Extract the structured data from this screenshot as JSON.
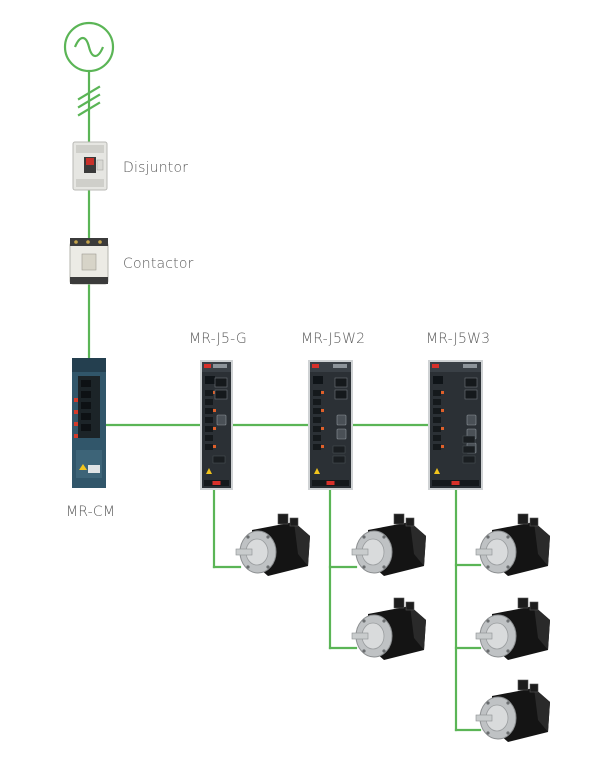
{
  "colors": {
    "wire": "#5bb556",
    "label": "#5a5a5a",
    "device_dark": "#2b3035",
    "module_blue": "#31566a",
    "motor_black": "#141414",
    "motor_silver": "#bfc2c4",
    "breaker_body": "#e6e6e2"
  },
  "power_source": {
    "icon": "ac-source-icon",
    "phases": 3
  },
  "labels": {
    "breaker": "Disjuntor",
    "contactor": "Contactor",
    "converter": "MR-CM",
    "amp1": "MR-J5-G",
    "amp2": "MR-J5W2",
    "amp3": "MR-J5W3"
  },
  "motor_counts": {
    "amp1": 1,
    "amp2": 2,
    "amp3": 3
  }
}
